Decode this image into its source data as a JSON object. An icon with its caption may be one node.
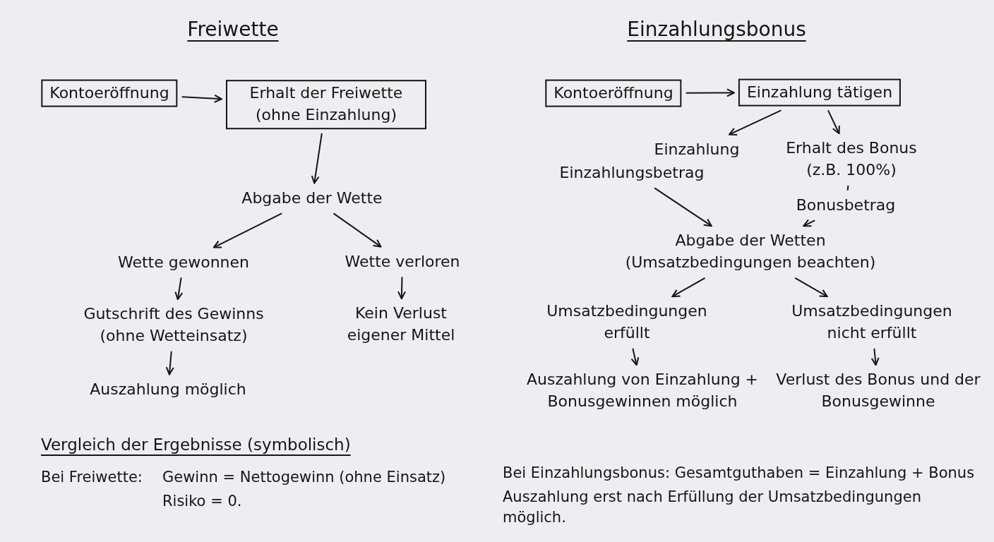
{
  "diagram": {
    "nodes": [
      {
        "text": [
          "Kontoeröffnung"
        ]
      },
      {
        "text": [
          "Erhalt der Freiwette (ohne Einzahlung)"
        ]
      },
      {
        "text": [
          "Abgabe der Wette"
        ]
      },
      {
        "text": [
          "Wette gewonnen"
        ]
      },
      {
        "text": [
          "Wette verloren"
        ]
      },
      {
        "text": [
          "Gutschrift des Gewinns (ohne Wetteinsatz)"
        ]
      },
      {
        "text": [
          "Kein Verlust eigener Mittel"
        ]
      },
      {
        "text": [
          "Auszahlung möglich"
        ]
      },
      {
        "text": [
          "Kontoeröffnung"
        ]
      },
      {
        "text": [
          "Einzahlung tätigen"
        ]
      },
      {
        "text": [
          "Einzahlung"
        ]
      },
      {
        "text": [
          "Erhalt des Bonus (z.B. 100%)"
        ]
      },
      {
        "text": [
          "Einzahlungsbetrag"
        ]
      },
      {
        "text": [
          "Bonusbetrag"
        ]
      },
      {
        "text": [
          "Abgabe der Wetten (Umsatzbedingungen beachten)"
        ]
      },
      {
        "text": [
          "Umsatzbedingungen erfüllt"
        ]
      },
      {
        "text": [
          "Umsatzbedingungen nicht erfüllt"
        ]
      },
      {
        "text": [
          "Auszahlung von Einzahlung + Bonusgewinnen möglich"
        ]
      },
      {
        "text": [
          "Verlust des Bonus und der Bonusgewinne"
        ]
      }
    ],
    "edges": [
      {
        "from": 0,
        "to": 1,
        "arrow": "to"
      },
      {
        "from": 1,
        "to": 2,
        "arrow": "to"
      },
      {
        "from": 2,
        "to": 3,
        "arrow": "to"
      },
      {
        "from": 2,
        "to": 4,
        "arrow": "to"
      },
      {
        "from": 3,
        "to": 5,
        "arrow": "to"
      },
      {
        "from": 5,
        "to": 7,
        "arrow": "to"
      },
      {
        "from": 4,
        "to": 6,
        "arrow": "to"
      },
      {
        "from": 8,
        "to": 9,
        "arrow": "to"
      },
      {
        "from": 9,
        "to": 10,
        "arrow": "to"
      },
      {
        "from": 9,
        "to": 11,
        "arrow": "to"
      },
      {
        "from": 11,
        "to": 13,
        "arrow": "none"
      },
      {
        "from": 12,
        "to": 14,
        "arrow": "to"
      },
      {
        "from": 13,
        "to": 14,
        "arrow": "to"
      },
      {
        "from": 14,
        "to": 15,
        "arrow": "to"
      },
      {
        "from": 14,
        "to": 16,
        "arrow": "to"
      },
      {
        "from": 15,
        "to": 17,
        "arrow": "to"
      },
      {
        "from": 16,
        "to": 18,
        "arrow": "to"
      }
    ],
    "labels": [
      "Freiwette",
      "Einzahlungsbonus",
      "Vergleich der Ergebnisse (symbolisch)",
      "Bei Freiwette:",
      "Gewinn = Nettogewinn (ohne Einsatz)",
      "Risiko = 0.",
      "Bei Einzahlungsbonus: Gesamtguthaben = Einzahlung + Bonus",
      "Auszahlung erst nach Erfüllung der Umsatzbedingungen möglich."
    ]
  }
}
